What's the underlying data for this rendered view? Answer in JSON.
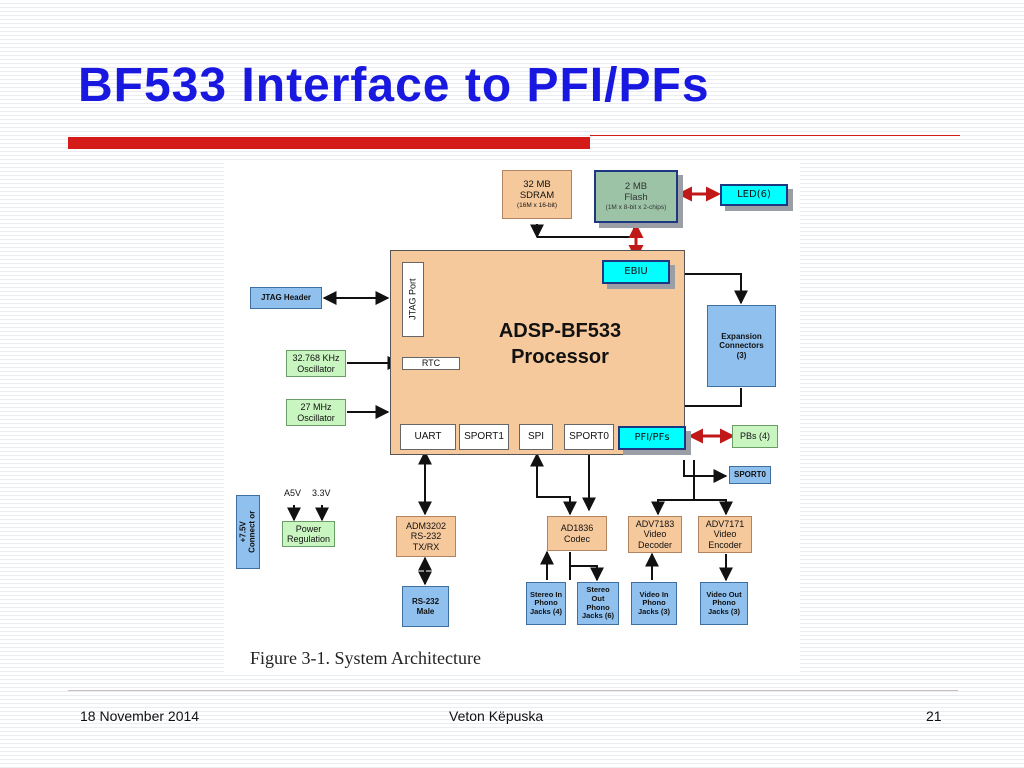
{
  "slide": {
    "title": "BF533 Interface to PFI/PFs",
    "footer": {
      "date": "18 November 2014",
      "author": "Veton Këpuska",
      "page": "21"
    }
  },
  "diagram": {
    "caption": "Figure 3-1. System Architecture",
    "processor": {
      "line1": "ADSP-BF533",
      "line2": "Processor"
    },
    "sdram": {
      "line1": "32 MB",
      "line2": "SDRAM",
      "line3": "(16M x 16-bit)"
    },
    "flash": {
      "line1": "2 MB",
      "line2": "Flash",
      "line3": "(1M x 8-bit x 2-chips)"
    },
    "led": "LED(6)",
    "ebiu": "EBIU",
    "jtag_port": "JTAG Port",
    "rtc": "RTC",
    "jtag_header": "JTAG Header",
    "osc_32": {
      "line1": "32.768 KHz",
      "line2": "Oscillator"
    },
    "osc_27": {
      "line1": "27 MHz",
      "line2": "Oscillator"
    },
    "expansion": {
      "line1": "Expansion",
      "line2": "Connectors",
      "line3": "(3)"
    },
    "pb": "PBs (4)",
    "pfi": "PFI/PFs",
    "sport0_ext": "SPORT0",
    "uart": "UART",
    "sport1": "SPORT1",
    "spi": "SPI",
    "sport0": "SPORT0",
    "power_connector": {
      "line1": "+7.5V",
      "line2": "Connect or"
    },
    "a5v": "A5V",
    "v33": "3.3V",
    "power": {
      "line1": "Power",
      "line2": "Regulation"
    },
    "adm": {
      "line1": "ADM3202",
      "line2": "RS-232",
      "line3": "TX/RX"
    },
    "rs232": {
      "line1": "RS-232",
      "line2": "Male"
    },
    "codec": {
      "line1": "AD1836",
      "line2": "Codec"
    },
    "adv7183": {
      "line1": "ADV7183",
      "line2": "Video",
      "line3": "Decoder"
    },
    "adv7171": {
      "line1": "ADV7171",
      "line2": "Video",
      "line3": "Encoder"
    },
    "stereo_in": {
      "line1": "Stereo In",
      "line2": "Phono",
      "line3": "Jacks (4)"
    },
    "stereo_out": {
      "line1": "Stereo",
      "line2": "Out",
      "line3": "Phono",
      "line4": "Jacks (6)"
    },
    "video_in": {
      "line1": "Video In",
      "line2": "Phono",
      "line3": "Jacks (3)"
    },
    "video_out": {
      "line1": "Video Out",
      "line2": "Phono",
      "line3": "Jacks (3)"
    },
    "colors": {
      "title": "#1818e0",
      "accent_red": "#d51a1a",
      "processor_fill": "#f6c99d",
      "peripheral_blue": "#8fc0ee",
      "oscillator_green": "#c9f5c1",
      "highlight_cyan": "#00ffff"
    }
  }
}
